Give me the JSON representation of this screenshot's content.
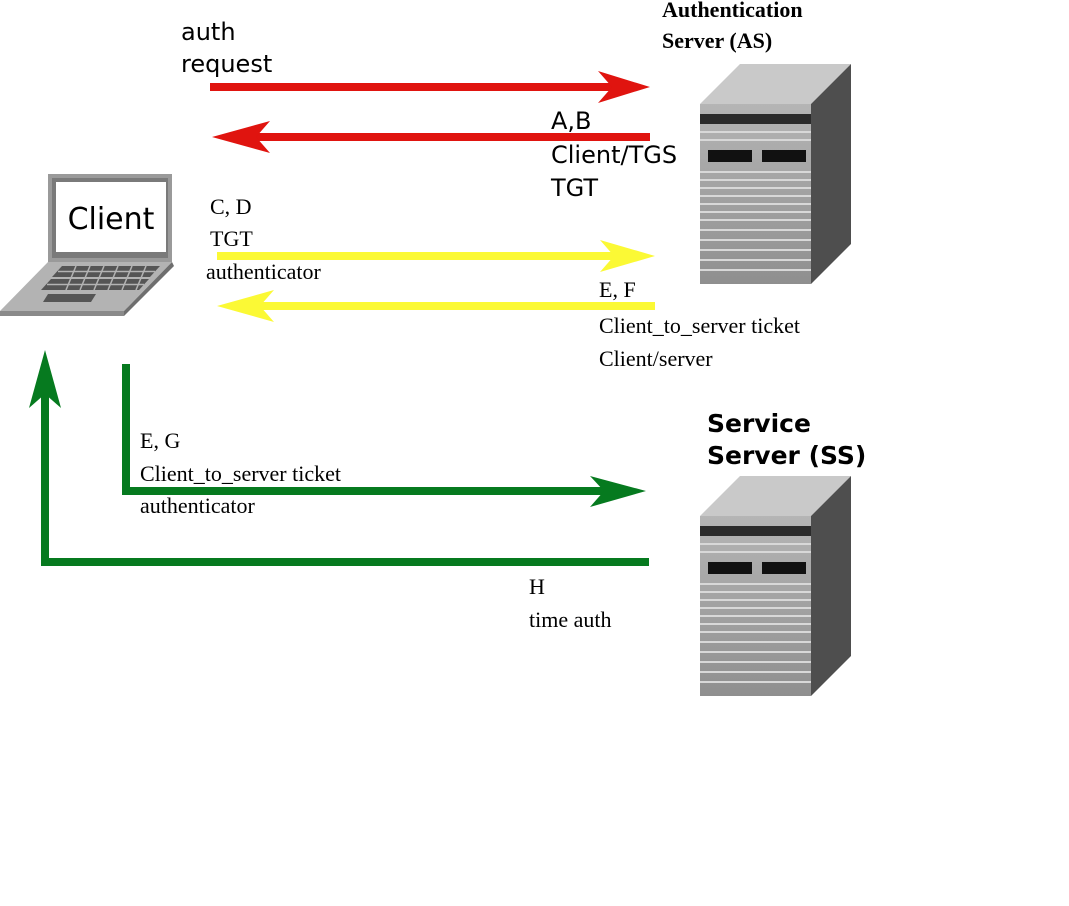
{
  "client": {
    "label": "Client"
  },
  "auth_server": {
    "title_line1": "Authentication",
    "title_line2": "Server (AS)"
  },
  "service_server": {
    "title_line1": "Service",
    "title_line2": "Server (SS)"
  },
  "messages": {
    "auth_request": {
      "line1": "auth",
      "line2": "request"
    },
    "ab": {
      "line1": "A,B",
      "line2": "Client/TGS",
      "line3": "TGT"
    },
    "cd": {
      "line1": "C, D",
      "line2": "TGT",
      "line3": "authenticator"
    },
    "ef": {
      "line1": "E, F",
      "line2": "Client_to_server ticket",
      "line3": "Client/server"
    },
    "eg": {
      "line1": "E, G",
      "line2": "Client_to_server ticket",
      "line3": "authenticator"
    },
    "h": {
      "line1": "H",
      "line2": "time auth"
    }
  },
  "colors": {
    "red_arrow": "#e0140f",
    "yellow_arrow": "#fbf935",
    "green_arrow": "#067a1f"
  }
}
